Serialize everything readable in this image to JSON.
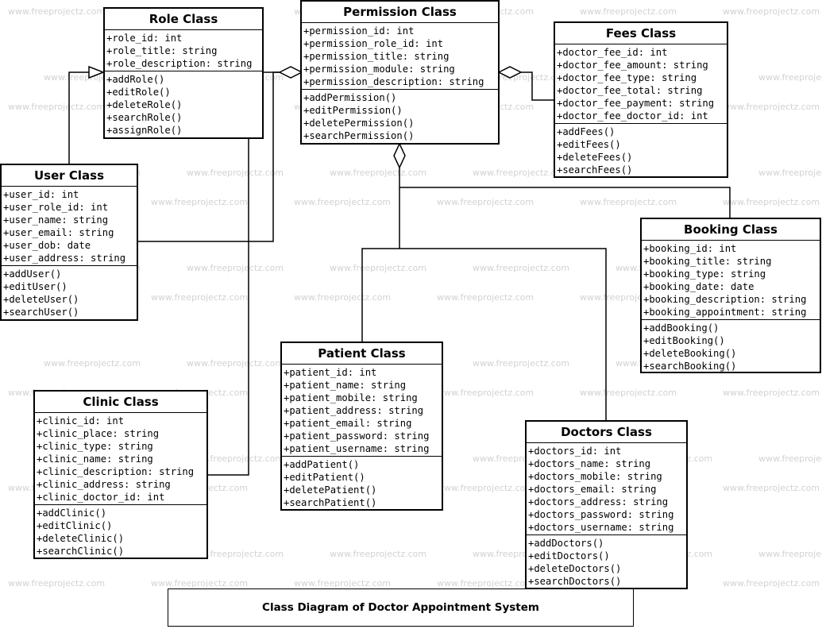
{
  "watermark_text": "www.freeprojectz.com",
  "caption": "Class Diagram of Doctor Appointment System",
  "classes": {
    "role": {
      "title": "Role Class",
      "attributes": [
        "+role_id: int",
        "+role_title: string",
        "+role_description: string"
      ],
      "methods": [
        "+addRole()",
        "+editRole()",
        "+deleteRole()",
        "+searchRole()",
        "+assignRole()"
      ]
    },
    "permission": {
      "title": "Permission Class",
      "attributes": [
        "+permission_id: int",
        "+permission_role_id: int",
        "+permission_title: string",
        "+permission_module: string",
        "+permission_description: string"
      ],
      "methods": [
        "+addPermission()",
        "+editPermission()",
        "+deletePermission()",
        "+searchPermission()"
      ]
    },
    "fees": {
      "title": "Fees Class",
      "attributes": [
        "+doctor_fee_id: int",
        "+doctor_fee_amount: string",
        "+doctor_fee_type: string",
        "+doctor_fee_total: string",
        "+doctor_fee_payment: string",
        "+doctor_fee_doctor_id: int"
      ],
      "methods": [
        "+addFees()",
        "+editFees()",
        "+deleteFees()",
        "+searchFees()"
      ]
    },
    "user": {
      "title": "User Class",
      "attributes": [
        "+user_id: int",
        "+user_role_id: int",
        "+user_name: string",
        "+user_email: string",
        "+user_dob: date",
        "+user_address: string"
      ],
      "methods": [
        "+addUser()",
        "+editUser()",
        "+deleteUser()",
        "+searchUser()"
      ]
    },
    "booking": {
      "title": "Booking Class",
      "attributes": [
        "+booking_id: int",
        "+booking_title: string",
        "+booking_type: string",
        "+booking_date: date",
        "+booking_description: string",
        "+booking_appointment: string"
      ],
      "methods": [
        "+addBooking()",
        "+editBooking()",
        "+deleteBooking()",
        "+searchBooking()"
      ]
    },
    "patient": {
      "title": "Patient Class",
      "attributes": [
        "+patient_id: int",
        "+patient_name: string",
        "+patient_mobile: string",
        "+patient_address: string",
        "+patient_email: string",
        "+patient_password: string",
        "+patient_username: string"
      ],
      "methods": [
        "+addPatient()",
        "+editPatient()",
        "+deletePatient()",
        "+searchPatient()"
      ]
    },
    "clinic": {
      "title": "Clinic Class",
      "attributes": [
        "+clinic_id: int",
        "+clinic_place: string",
        "+clinic_type: string",
        "+clinic_name: string",
        "+clinic_description: string",
        "+clinic_address: string",
        "+clinic_doctor_id: int"
      ],
      "methods": [
        "+addClinic()",
        "+editClinic()",
        "+deleteClinic()",
        "+searchClinic()"
      ]
    },
    "doctors": {
      "title": "Doctors Class",
      "attributes": [
        "+doctors_id: int",
        "+doctors_name: string",
        "+doctors_mobile: string",
        "+doctors_email: string",
        "+doctors_address: string",
        "+doctors_password: string",
        "+doctors_username: string"
      ],
      "methods": [
        "+addDoctors()",
        "+editDoctors()",
        "+deleteDoctors()",
        "+searchDoctors()"
      ]
    }
  }
}
